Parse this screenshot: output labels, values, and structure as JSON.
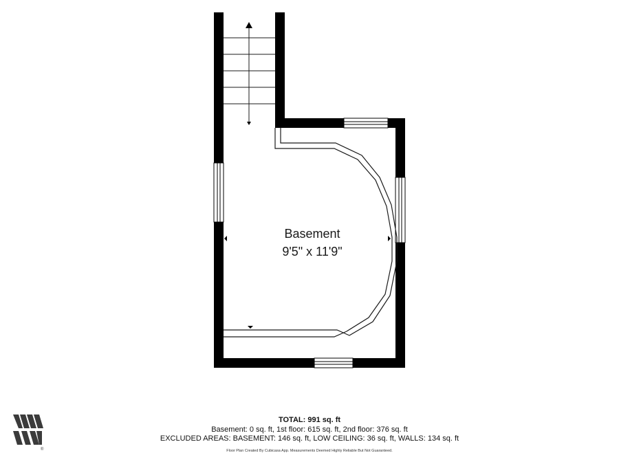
{
  "room": {
    "name": "Basement",
    "dimensions": "9'5\" x 11'9\""
  },
  "footer": {
    "total": "TOTAL: 991 sq. ft",
    "breakdown": "Basement: 0 sq. ft, 1st floor: 615 sq. ft, 2nd floor: 376 sq. ft",
    "excluded": "EXCLUDED AREAS: BASEMENT: 146 sq. ft, LOW CEILING: 36 sq. ft, WALLS: 134 sq. ft",
    "disclaimer": "Floor Plan Created By Cubicasa App. Measurements Deemed Highly Reliable But Not Guaranteed."
  },
  "logo": {
    "registered_mark": "®"
  },
  "colors": {
    "wall": "#000000",
    "line": "#1a1a1a",
    "background": "#ffffff"
  }
}
